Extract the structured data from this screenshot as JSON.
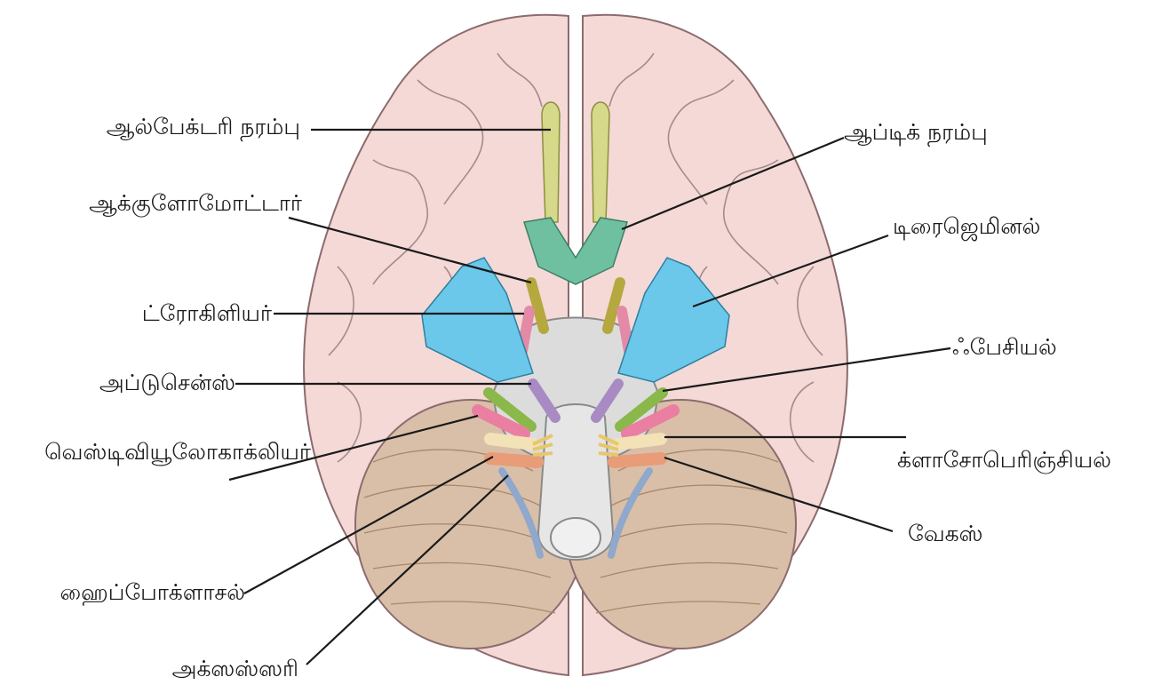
{
  "labels": {
    "olfactory": "ஆல்பேக்டரி நரம்பு",
    "optic": "ஆப்டிக் நரம்பு",
    "oculomotor": "ஆக்குளோமோட்டார்",
    "trigeminal": "டிரைஜெமினல்",
    "trochlear": "ட்ரோகிளியர்",
    "facial": "ஃபேசியல்",
    "abducens": "அப்டுசென்ஸ்",
    "vestibulocochlear": "வெஸ்டிவியூலோகாக்லியர்",
    "glossopharyngeal": "க்ளாசோபெரிஞ்சியல்",
    "vagus": "வேகஸ்",
    "hypoglossal": "ஹைப்போக்ளாசல்",
    "accessory": "அக்ஸஸ்ஸரி"
  },
  "colors": {
    "cerebrum": "#f4d9d6",
    "cerebrum_outline": "#8c6b6e",
    "cerebellum": "#d9bfa8",
    "brainstem": "#dcdcdc",
    "olfactory": "#d6d98a",
    "optic": "#6fc0a0",
    "oculomotor": "#f0e88a",
    "trochlear": "#e38aa6",
    "trigeminal": "#6cc8ea",
    "abducens": "#a98bc4",
    "facial": "#8ab84a",
    "vestibulocochlear": "#ea7fa2",
    "glossopharyngeal": "#f3e2b8",
    "vagus": "#e89c78",
    "hypoglossal": "#e8c76a",
    "accessory": "#8fa8cc",
    "leader": "#1a1a1a"
  }
}
